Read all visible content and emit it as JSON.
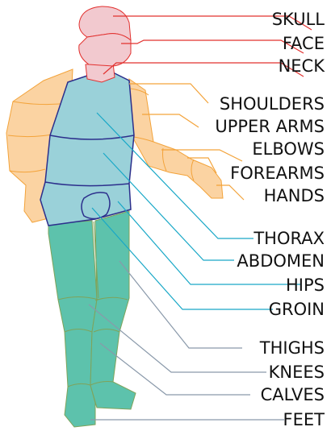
{
  "colors": {
    "head": "#f2c9cf",
    "head_line": "#e2312f",
    "arm": "#fbd3a2",
    "arm_line": "#f3a33a",
    "torso": "#9ad1d9",
    "torso_line": "#2c2f8c",
    "leg": "#5dc2ac",
    "leg_line": "#7fa35a",
    "torso_leader": "#19a8c7",
    "leg_leader": "#8a99aa"
  },
  "labels": {
    "skull": "SKULL",
    "face": "FACE",
    "neck": "NECK",
    "shoulders": "SHOULDERS",
    "upper_arms": "UPPER ARMS",
    "elbows": "ELBOWS",
    "forearms": "FOREARMS",
    "hands": "HANDS",
    "thorax": "THORAX",
    "abdomen": "ABDOMEN",
    "hips": "HIPS",
    "groin": "GROIN",
    "thighs": "THIGHS",
    "knees": "KNEES",
    "calves": "CALVES",
    "feet": "FEET"
  }
}
